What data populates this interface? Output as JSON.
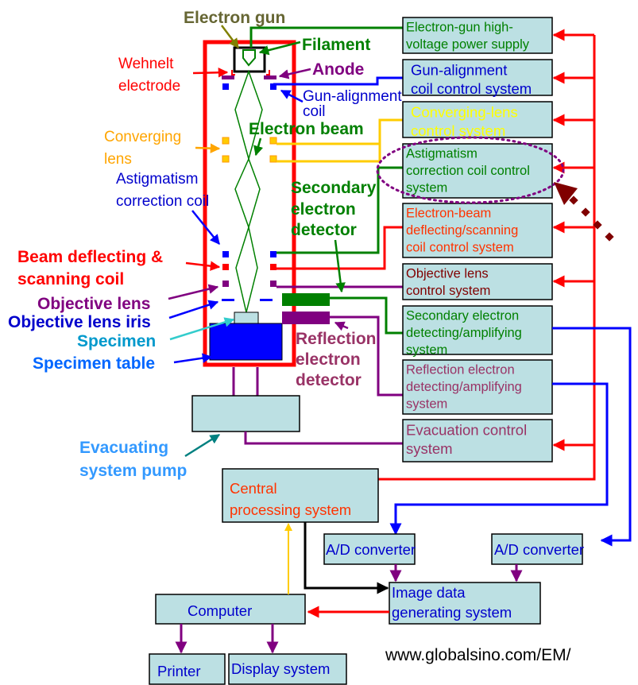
{
  "colors": {
    "box_fill": "#bce0e3",
    "column_frame": "#ff0000",
    "beam": "#008000",
    "control_bus": "#ff0000",
    "signal_bus": "#0000ff",
    "highlight_ellipse": "#800080",
    "pointer_arrow": "#800000"
  },
  "column_labels": {
    "electron_gun": "Electron gun",
    "filament": "Filament",
    "wehnelt_1": "Wehnelt",
    "wehnelt_2": "electrode",
    "anode": "Anode",
    "gun_alignment_coil_1": "Gun-alignment",
    "gun_alignment_coil_2": "coil",
    "converging_lens_1": "Converging",
    "converging_lens_2": "lens",
    "electron_beam": "Electron beam",
    "astigmatism_coil_1": "Astigmatism",
    "astigmatism_coil_2": "correction coil",
    "secondary_detector_1": "Secondary",
    "secondary_detector_2": "electron",
    "secondary_detector_3": "detector",
    "beam_deflecting_1": "Beam deflecting &",
    "beam_deflecting_2": "scanning coil",
    "objective_lens": "Objective lens",
    "objective_iris": "Objective lens iris",
    "specimen": "Specimen",
    "specimen_table": "Specimen table",
    "reflection_detector_1": "Reflection",
    "reflection_detector_2": "electron",
    "reflection_detector_3": "detector",
    "evacuating_pump_1": "Evacuating",
    "evacuating_pump_2": "system pump"
  },
  "control_boxes": [
    {
      "lines": [
        "Electron-gun high-",
        "voltage power supply"
      ],
      "color": "#008000"
    },
    {
      "lines": [
        "Gun-alignment",
        "coil control system"
      ],
      "color": "#0000cc"
    },
    {
      "lines": [
        "Converging-lens",
        "control system"
      ],
      "color": "#ffff00"
    },
    {
      "lines": [
        "Astigmatism",
        "correction coil control",
        "system"
      ],
      "color": "#008000"
    },
    {
      "lines": [
        "Electron-beam",
        "deflecting/scanning",
        "coil control system"
      ],
      "color": "#ff3300"
    },
    {
      "lines": [
        "Objective lens",
        "control system"
      ],
      "color": "#800000"
    },
    {
      "lines": [
        "Secondary electron",
        "detecting/amplifying",
        "system"
      ],
      "color": "#008000"
    },
    {
      "lines": [
        "Reflection electron",
        "detecting/amplifying",
        "system"
      ],
      "color": "#993366"
    },
    {
      "lines": [
        "Evacuation control",
        "system"
      ],
      "color": "#993366"
    }
  ],
  "processing": {
    "central_1": "Central",
    "central_2": "processing system",
    "ad_converter_left": "A/D converter",
    "ad_converter_right": "A/D converter",
    "image_data_1": "Image data",
    "image_data_2": "generating system",
    "computer": "Computer",
    "printer": "Printer",
    "display_system": "Display system"
  },
  "watermark": "www.globalsino.com/EM/"
}
